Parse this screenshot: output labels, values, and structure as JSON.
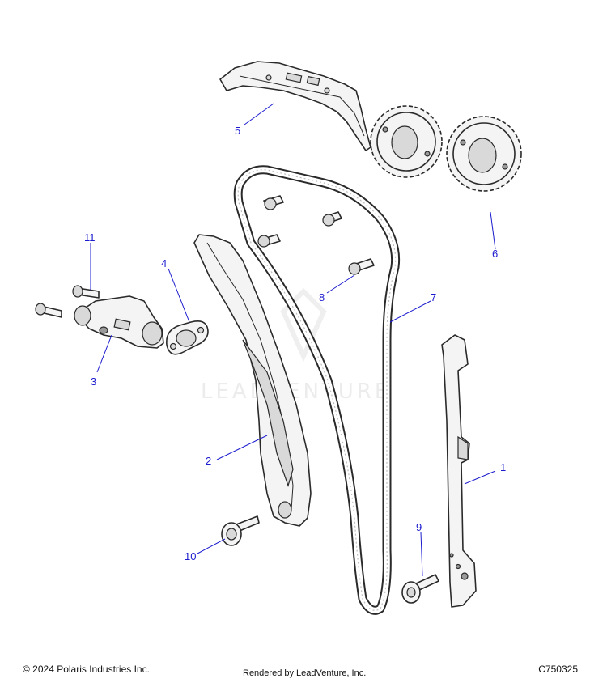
{
  "callouts": [
    {
      "id": "1",
      "label": "1"
    },
    {
      "id": "2",
      "label": "2"
    },
    {
      "id": "3",
      "label": "3"
    },
    {
      "id": "4",
      "label": "4"
    },
    {
      "id": "5",
      "label": "5"
    },
    {
      "id": "6",
      "label": "6"
    },
    {
      "id": "7",
      "label": "7"
    },
    {
      "id": "8",
      "label": "8"
    },
    {
      "id": "9",
      "label": "9"
    },
    {
      "id": "10",
      "label": "10"
    },
    {
      "id": "11",
      "label": "11"
    }
  ],
  "watermark": "LEADVENTURE",
  "footer": {
    "copyright": "© 2024 Polaris Industries Inc.",
    "rendered_by": "Rendered by LeadVenture, Inc.",
    "code": "C750325"
  },
  "colors": {
    "callout": "#1c1ccf",
    "line": "#2a2a2a",
    "fill": "#f4f4f4"
  }
}
